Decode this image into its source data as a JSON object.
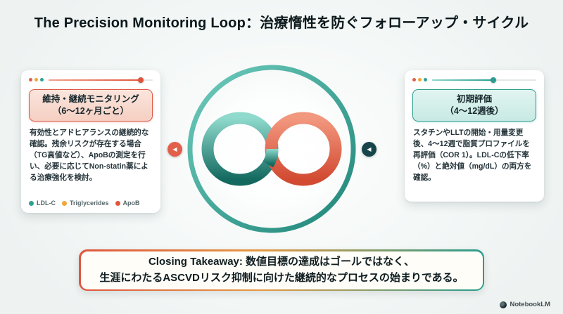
{
  "title": "The Precision Monitoring Loop：治療惰性を防ぐフォローアップ・サイクル",
  "left_card": {
    "badge_title": "維持・継続モニタリング",
    "badge_period": "（6〜12ヶ月ごと）",
    "body": "有効性とアドヒアランスの継続的な確認。残余リスクが存在する場合（TG高値など）、ApoBの測定を行い、必要に応じてNon-statin薬による治療強化を検討。",
    "slider_position": 0.88,
    "legend": [
      {
        "label": "LDL-C",
        "color": "#2fa193"
      },
      {
        "label": "Triglycerides",
        "color": "#f0a63a"
      },
      {
        "label": "ApoB",
        "color": "#e0563f"
      }
    ]
  },
  "right_card": {
    "badge_title": "初期評価",
    "badge_period": "（4〜12週後）",
    "body": "スタチンやLLTの開始・用量変更後、4〜12週で脂質プロファイルを再評価（COR 1）。LDL-Cの低下率（%）と絶対値（mg/dL）の両方を確認。",
    "slider_position": 0.58
  },
  "closing": {
    "line1": "Closing Takeaway: 数値目標の達成はゴールではなく、",
    "line2": "生涯にわたるASCVDリスク抑制に向けた継続的なプロセスの始まりである。"
  },
  "icons": {
    "arrow_left": "◀",
    "arrow_right": "◀"
  },
  "watermark": "NotebookLM",
  "colors": {
    "coral": "#e0563f",
    "teal": "#2a9d8f",
    "dark_teal": "#17454a",
    "background": "#eef2f1"
  }
}
